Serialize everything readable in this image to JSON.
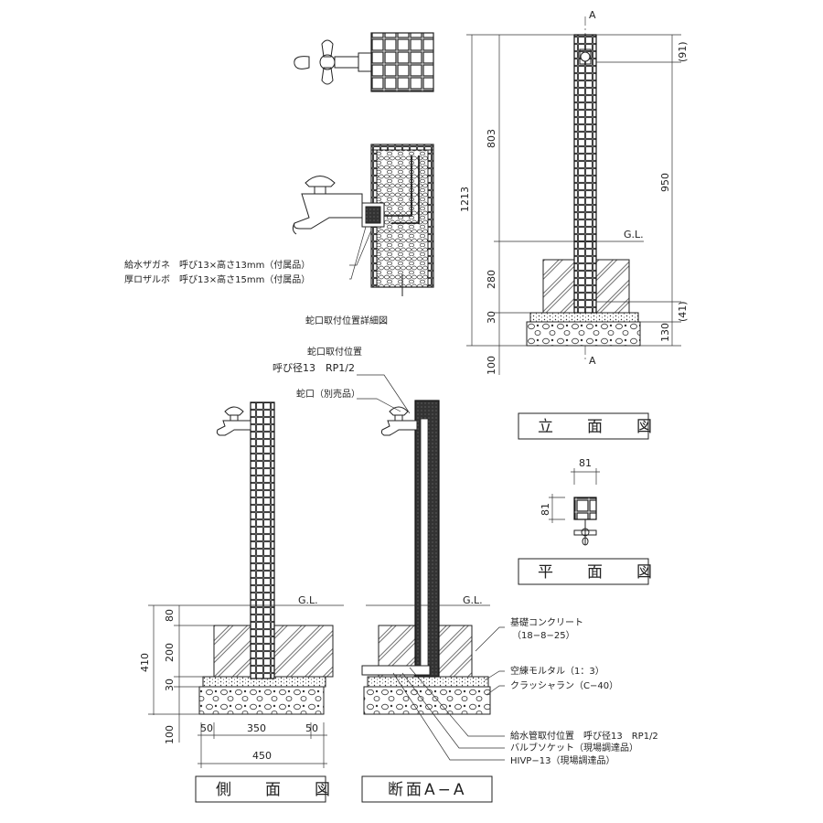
{
  "detail": {
    "note_washer": "給水ザガネ　呼び13×高さ13mm（付属品）",
    "note_elbow": "厚ロザルボ　呼び13×高さ15mm（付属品）",
    "caption": "蛇口取付位置詳細図"
  },
  "elevation": {
    "section_mark_top": "A",
    "section_mark_bottom": "A",
    "gl": "G.L.",
    "dims_left": [
      "803",
      "1213",
      "280",
      "30",
      "100"
    ],
    "dims_right": [
      "(91)",
      "950",
      "(41)",
      "130"
    ],
    "title": "立　面　図"
  },
  "plan": {
    "dim_w": "81",
    "dim_h": "81",
    "title": "平　面　図"
  },
  "side": {
    "label_pos_1": "蛇口取付位置",
    "label_pos_2": "呼び径13　RP1/2",
    "label_faucet": "蛇口（別売品）",
    "gl": "G.L.",
    "dims_left": [
      "80",
      "410",
      "200",
      "30",
      "100"
    ],
    "dims_bottom": [
      "50",
      "350",
      "50",
      "450"
    ],
    "title": "側　面　図"
  },
  "section": {
    "gl": "G.L.",
    "label_concrete_1": "基礎コンクリート",
    "label_concrete_2": "（18−8−25）",
    "label_mortar": "空練モルタル（1：3）",
    "label_crusher": "クラッシャラン（C−40）",
    "label_supply": "給水管取付位置　呼び径13　RP1/2",
    "label_socket": "バルブソケット（現場調達品）",
    "label_pipe": "HIVP−13（現場調達品）",
    "title": "断面A−A"
  }
}
